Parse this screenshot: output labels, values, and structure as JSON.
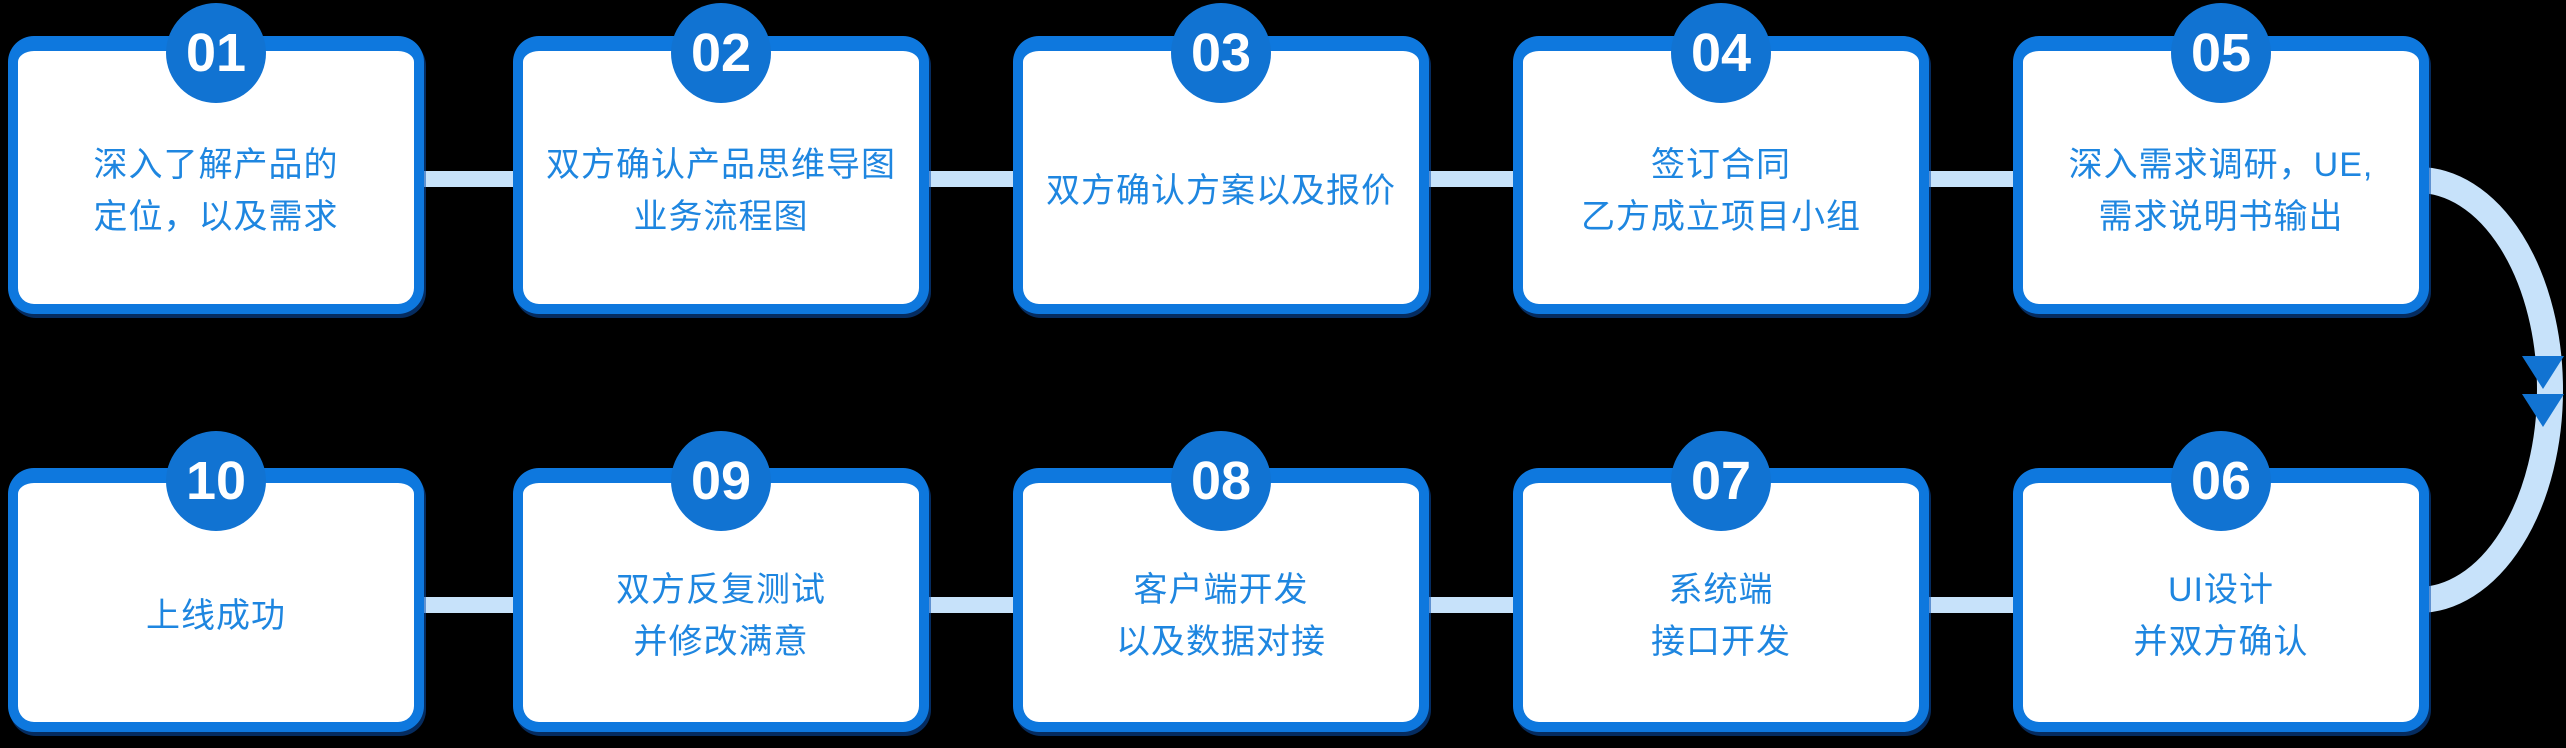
{
  "colors": {
    "primary": "#1173D2",
    "border": "#0E78DE",
    "light": "#C7E2FA",
    "text": "#1E86E0",
    "badge_text": "#FFFFFF",
    "card_bg": "#FFFFFF",
    "background": "#000000"
  },
  "flow": {
    "top_row": [
      {
        "number": "01",
        "lines": [
          "深入了解产品的",
          "定位，以及需求"
        ]
      },
      {
        "number": "02",
        "lines": [
          "双方确认产品思维导图",
          "业务流程图"
        ]
      },
      {
        "number": "03",
        "lines": [
          "双方确认方案以及报价"
        ]
      },
      {
        "number": "04",
        "lines": [
          "签订合同",
          "乙方成立项目小组"
        ]
      },
      {
        "number": "05",
        "lines": [
          "深入需求调研，UE,",
          "需求说明书输出"
        ]
      }
    ],
    "bottom_row": [
      {
        "number": "10",
        "lines": [
          "上线成功"
        ]
      },
      {
        "number": "09",
        "lines": [
          "双方反复测试",
          "并修改满意"
        ]
      },
      {
        "number": "08",
        "lines": [
          "客户端开发",
          "以及数据对接"
        ]
      },
      {
        "number": "07",
        "lines": [
          "系统端",
          "接口开发"
        ]
      },
      {
        "number": "06",
        "lines": [
          "UI设计",
          "并双方确认"
        ]
      }
    ],
    "arc": {
      "direction": "down",
      "arrowhead_count": 2
    }
  }
}
